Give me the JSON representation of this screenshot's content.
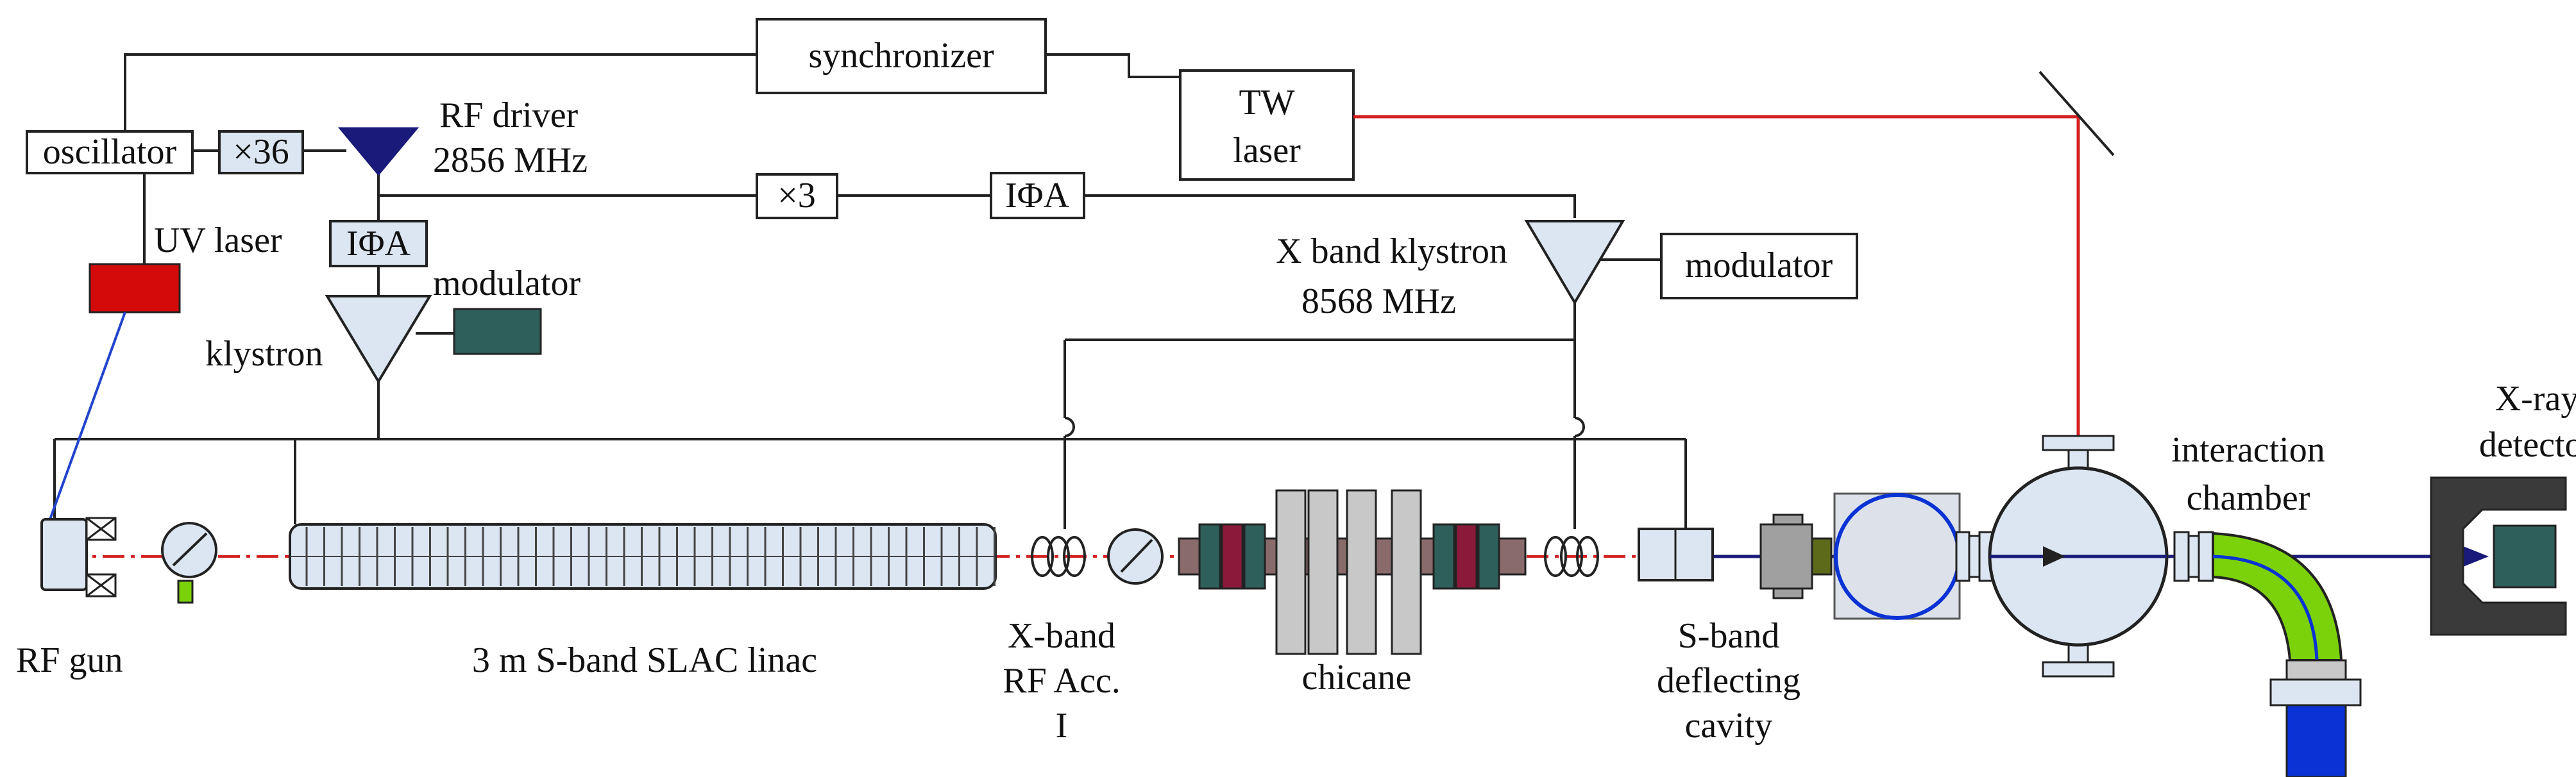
{
  "labels": {
    "synchronizer": "synchronizer",
    "tw_laser_line1": "TW",
    "tw_laser_line2": "laser",
    "oscillator": "oscillator",
    "mult36": "×36",
    "rf_driver_line1": "RF driver",
    "rf_driver_line2": "2856 MHz",
    "mult3": "×3",
    "phase_shifter_top": "IΦA",
    "phase_shifter_left": "IΦA",
    "uv_laser": "UV laser",
    "modulator_left": "modulator",
    "klystron": "klystron",
    "x_band_klystron_line1": "X band klystron",
    "x_band_klystron_line2": "8568 MHz",
    "modulator_right": "modulator",
    "rf_gun": "RF gun",
    "linac": "3 m S-band SLAC linac",
    "x_band_acc_line1": "X-band",
    "x_band_acc_line2": "RF Acc.",
    "x_band_acc_line3": "I",
    "chicane": "chicane",
    "deflect_line1": "S-band",
    "deflect_line2": "deflecting",
    "deflect_line3": "cavity",
    "interaction_line1": "interaction",
    "interaction_line2": "chamber",
    "xray_line1": "X-ray",
    "xray_line2": "detector"
  },
  "colors": {
    "laser_beam": "#d42020",
    "uv_laser_fill": "#d40a0a",
    "klystron_fill": "#dce6f2",
    "driver_fill": "#1a1a7a",
    "modulator_fill": "#2f5f5a",
    "dipole_green": "#7cd20a",
    "detector_blue": "#0a32d4",
    "electron_path": "#1a1a7a"
  }
}
